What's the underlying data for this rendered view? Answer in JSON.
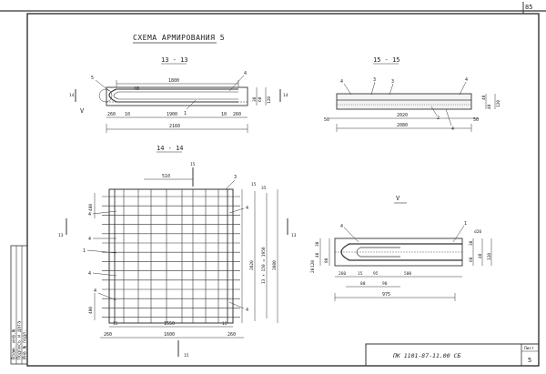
{
  "sheet": {
    "title": "СХЕМА АРМИРОВАНИЯ 5",
    "page_number": "85",
    "document_code": "ПК 1101-87-11.00 СБ",
    "sheet_label": "Лист",
    "sheet_number": "5",
    "side_strip": [
      "Инв.№ подл.",
      "Подпись и дата",
      "Взам. инв.№"
    ]
  },
  "section_13": {
    "label": "13 - 13",
    "dims_top": [
      "1800",
      "40"
    ],
    "dims_mid": [
      "260",
      "10",
      "1900",
      "10",
      "260"
    ],
    "total": "2160",
    "heights": [
      "30",
      "60",
      "120"
    ],
    "callouts": [
      "5",
      "4",
      "1",
      "V"
    ],
    "cut_marks": [
      "14",
      "14"
    ]
  },
  "section_15": {
    "label": "15 - 15",
    "dims": [
      "50",
      "2020",
      "50",
      "2080"
    ],
    "heights": [
      "40",
      "40",
      "120"
    ],
    "callouts": [
      "4",
      "3",
      "3",
      "4",
      "2",
      "4"
    ]
  },
  "plan_14": {
    "label": "14 - 14",
    "top_dims": [
      "510",
      "15",
      "3"
    ],
    "left_dims": [
      "400",
      "400"
    ],
    "right_dims": [
      "2020",
      "13 × 150 = 1950",
      "2080",
      "15",
      "35"
    ],
    "bottom_dims": [
      "15",
      "1550",
      "15",
      "260",
      "1600",
      "260"
    ],
    "callouts": [
      "4",
      "4",
      "1",
      "4",
      "4"
    ],
    "cut_marks": [
      "13",
      "13",
      "15",
      "15"
    ]
  },
  "detail_v": {
    "label": "V",
    "callouts": [
      "4",
      "1"
    ],
    "heights_left": [
      "30",
      "40",
      "80",
      "120",
      "20"
    ],
    "heights_right": [
      "30",
      "60",
      "40",
      "120"
    ],
    "dims_bottom": [
      "260",
      "15",
      "95",
      "500",
      "80",
      "90",
      "975"
    ],
    "dim_top": "d20"
  }
}
